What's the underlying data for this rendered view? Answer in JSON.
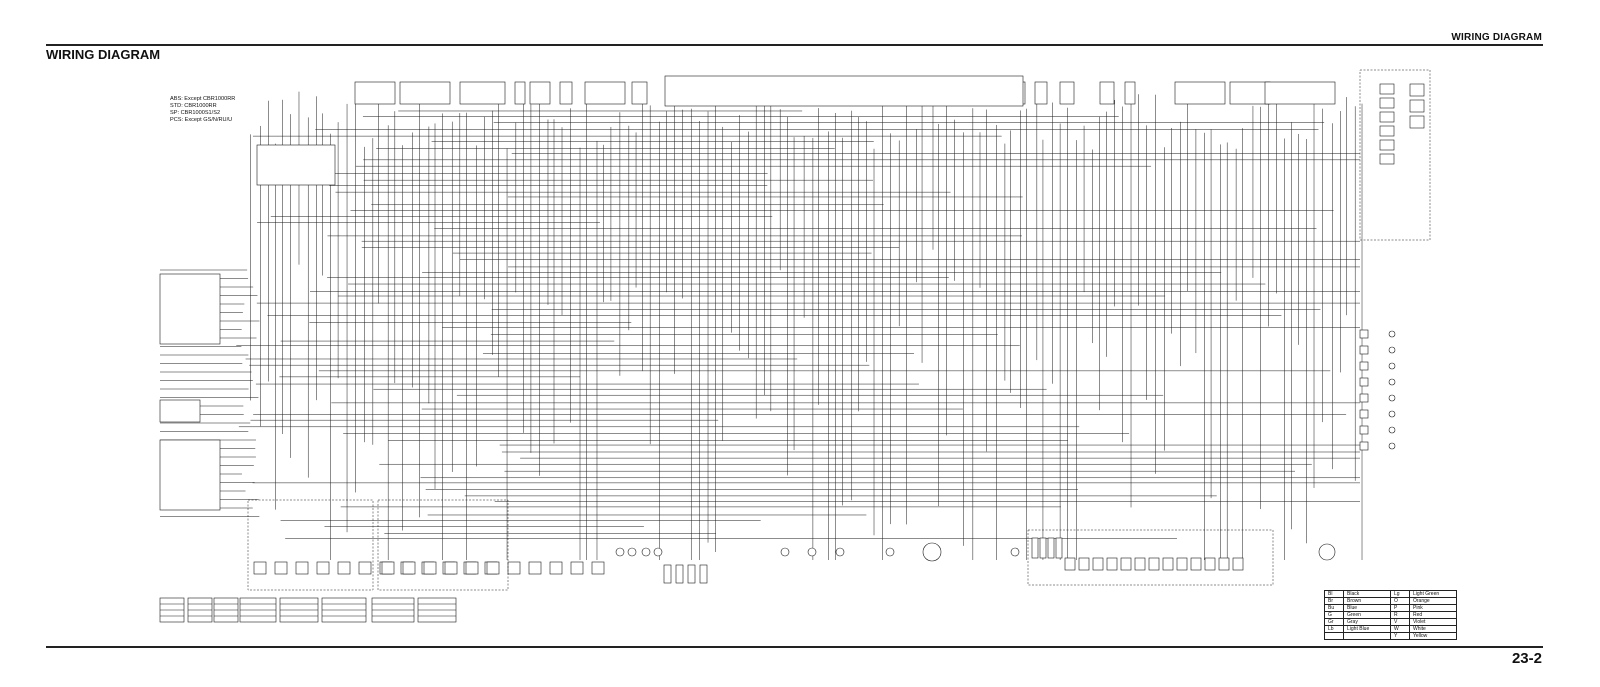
{
  "header": {
    "section_title_right": "WIRING DIAGRAM",
    "page_title": "WIRING DIAGRAM",
    "page_number": "23-2"
  },
  "notes": [
    "ABS: Except CBR1000RR",
    "STD: CBR1000RR",
    "SP: CBR1000S1/S2",
    "PCS: Except GS/N/RU/U"
  ],
  "color_legend": [
    {
      "code": "Bl",
      "name": "Black",
      "code2": "Lg",
      "name2": "Light Green"
    },
    {
      "code": "Br",
      "name": "Brown",
      "code2": "O",
      "name2": "Orange"
    },
    {
      "code": "Bu",
      "name": "Blue",
      "code2": "P",
      "name2": "Pink"
    },
    {
      "code": "G",
      "name": "Green",
      "code2": "R",
      "name2": "Red"
    },
    {
      "code": "Gr",
      "name": "Gray",
      "code2": "V",
      "name2": "Violet"
    },
    {
      "code": "Lb",
      "name": "Light Blue",
      "code2": "W",
      "name2": "White"
    },
    {
      "code": "",
      "name": "",
      "code2": "Y",
      "name2": "Yellow"
    }
  ],
  "colors": {
    "ink": "#1a1a1a",
    "background": "#ffffff"
  }
}
